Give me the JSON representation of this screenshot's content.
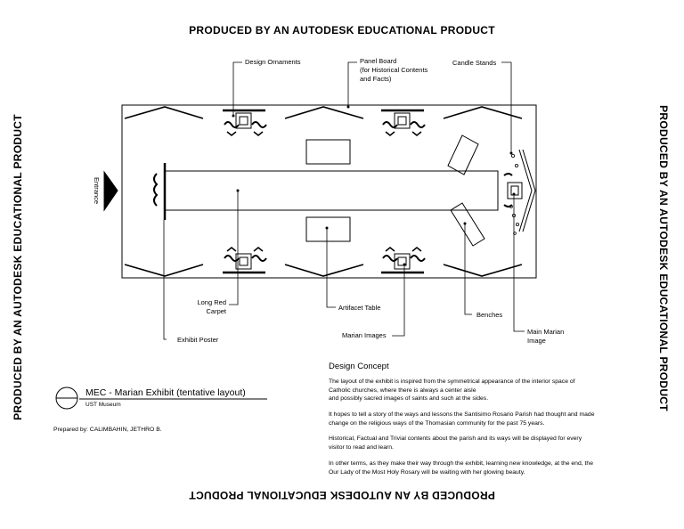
{
  "watermark": "PRODUCED BY AN AUTODESK EDUCATIONAL PRODUCT",
  "labels": {
    "design_ornaments": "Design Ornaments",
    "panel_board": [
      "Panel Board",
      "(for Historical Contents",
      "and Facts)"
    ],
    "candle_stands": "Candle Stands",
    "entrance": "Entrance",
    "long_red_carpet": [
      "Long Red",
      "Carpet"
    ],
    "artifact_table": "Artifacet Table",
    "benches": "Benches",
    "exhibit_poster": "Exhibit Poster",
    "marian_images": "Marian Images",
    "main_marian_image": [
      "Main Marian",
      "Image"
    ]
  },
  "title_block": {
    "title": "MEC - Marian Exhibit (tentative layout)",
    "subtitle": "UST Museum",
    "prepared_by": "Prepared by: CALIMBAHIN, JETHRO B."
  },
  "design_concept": {
    "heading": "Design Concept",
    "paragraphs": [
      [
        "The layout of the exhibit is inspired from the symmetrical appearance of the interior space of",
        "Catholic churches, where there is always a center aisle",
        "and possibly sacred images of saints and such at the sides."
      ],
      [
        "It hopes to tell a story of the ways and lessons the Santisimo Rosario Parish had thought and made",
        "change on the religious ways of the Thomasian community for the past 75 years."
      ],
      [
        "Historical, Factual and Trivial contents about the parish and its ways will be displayed for every",
        "visitor to read and learn."
      ],
      [
        "In other terms, as they make their way through the exhibit, learning new knowledge, at the end, the",
        "Our Lady of the Most Holy Rosary will be waiting with  her glowing  beauty."
      ]
    ]
  }
}
